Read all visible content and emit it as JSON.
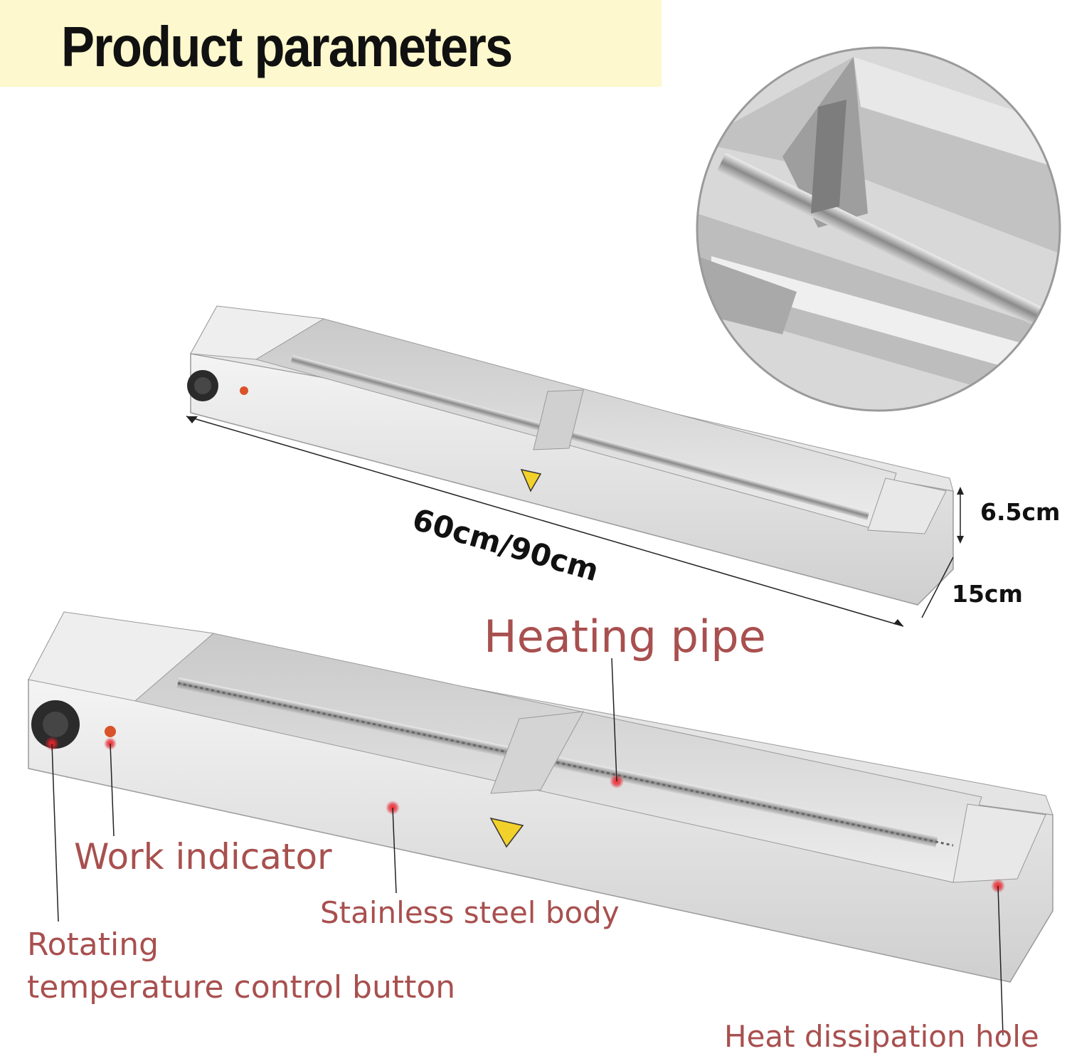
{
  "title": "Product parameters",
  "dimensions": {
    "length": "60cm/90cm",
    "height": "6.5cm",
    "width": "15cm"
  },
  "callouts": {
    "heating_pipe": "Heating pipe",
    "work_indicator": "Work indicator",
    "stainless_body": "Stainless steel body",
    "rotating_line1": "Rotating",
    "rotating_line2": "temperature control button",
    "heat_hole": "Heat dissipation hole"
  },
  "colors": {
    "banner": "#fdf8cd",
    "callout_text": "#a8504f",
    "marker": "#e3212b",
    "steel": "#dcdcdc"
  }
}
